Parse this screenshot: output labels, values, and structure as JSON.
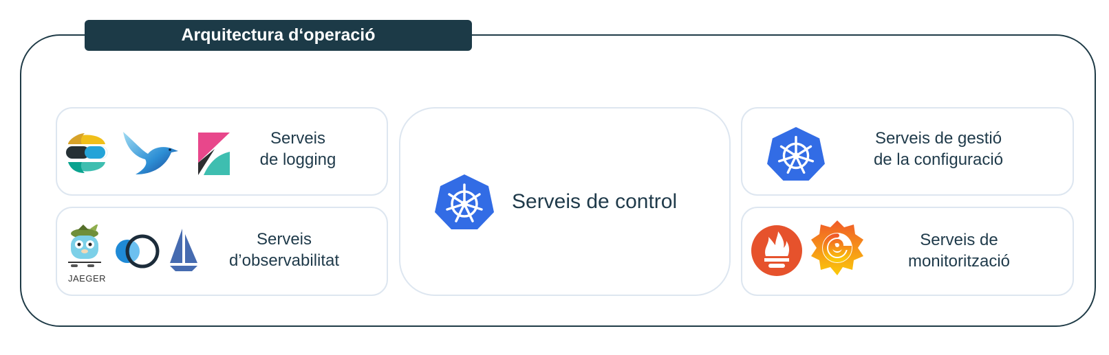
{
  "title": "Arquitectura d‘operació",
  "cards": {
    "logging": {
      "line1": "Serveis",
      "line2": "de logging",
      "icons": [
        "elasticsearch-icon",
        "fluentd-icon",
        "kibana-icon"
      ]
    },
    "observability": {
      "line1": "Serveis",
      "line2": "d’observabilitat",
      "icons": [
        "jaeger-icon",
        "opentelemetry-icon",
        "istio-icon"
      ],
      "jaeger_text": "JAEGER"
    },
    "control": {
      "label": "Serveis de control",
      "icons": [
        "kubernetes-icon"
      ]
    },
    "config": {
      "line1": "Serveis de gestió",
      "line2": "de la configuració",
      "icons": [
        "kubernetes-icon"
      ]
    },
    "monitoring": {
      "line1": "Serveis de",
      "line2": "monitorització",
      "icons": [
        "prometheus-icon",
        "grafana-icon"
      ]
    }
  },
  "colors": {
    "frame": "#1e3a46",
    "title_bg": "#1c3a47",
    "card_border": "#dde6f0",
    "kubernetes": "#326ce5",
    "prometheus": "#e6522c",
    "grafana": "#f46800"
  }
}
